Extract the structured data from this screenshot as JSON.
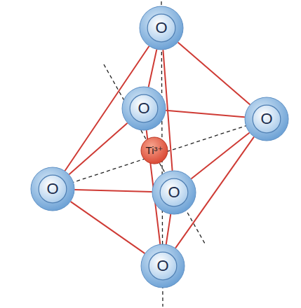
{
  "diagram": {
    "nodes": [
      {
        "text": [
          "O"
        ]
      },
      {
        "text": [
          "O"
        ]
      },
      {
        "text": [
          "O"
        ]
      },
      {
        "text": [
          "Ti³⁺"
        ]
      },
      {
        "text": [
          "O"
        ]
      },
      {
        "text": [
          "O"
        ]
      },
      {
        "text": [
          "O"
        ]
      }
    ],
    "edges": [
      {
        "from": 0,
        "to": 4,
        "arrow": "none"
      },
      {
        "from": 0,
        "to": 1,
        "arrow": "none"
      },
      {
        "from": 0,
        "to": 2,
        "arrow": "none"
      },
      {
        "from": 0,
        "to": 5,
        "arrow": "none"
      },
      {
        "from": 4,
        "to": 1,
        "arrow": "none"
      },
      {
        "from": 1,
        "to": 2,
        "arrow": "none"
      },
      {
        "from": 2,
        "to": 5,
        "arrow": "none"
      },
      {
        "from": 5,
        "to": 4,
        "arrow": "none"
      },
      {
        "from": 6,
        "to": 4,
        "arrow": "none"
      },
      {
        "from": 6,
        "to": 1,
        "arrow": "none"
      },
      {
        "from": 6,
        "to": 2,
        "arrow": "none"
      },
      {
        "from": 6,
        "to": 5,
        "arrow": "none"
      }
    ]
  }
}
